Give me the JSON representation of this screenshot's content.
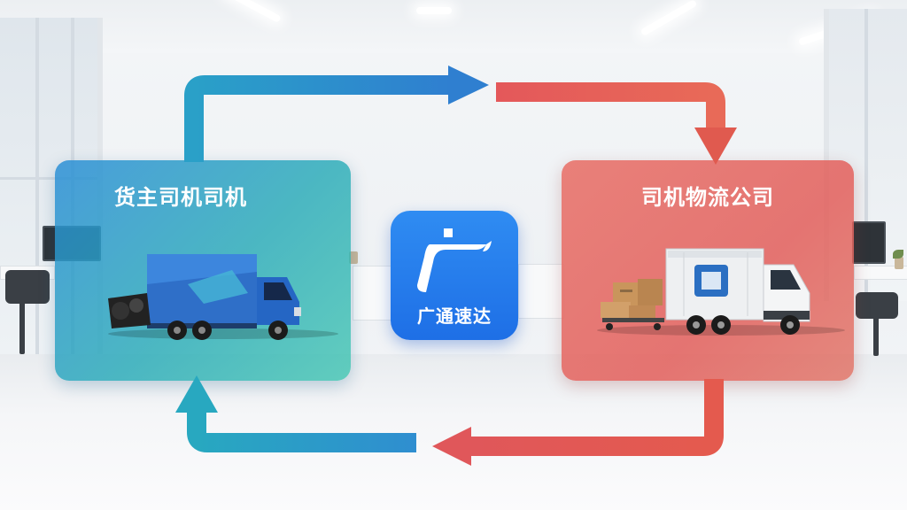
{
  "diagram": {
    "left_node": {
      "label": "货主司机司机",
      "icon": "blue-truck-icon",
      "color": "#2b8ed6"
    },
    "right_node": {
      "label": "司机物流公司",
      "icon": "delivery-truck-with-boxes-icon",
      "color": "#e2605a"
    },
    "center_logo": {
      "name": "广通速达",
      "icon": "guangtong-logo-icon",
      "color": "#1e6fe6"
    },
    "arrows": [
      {
        "from": "left_node",
        "to": "right_node",
        "color": "#2f84c8"
      },
      {
        "from": "right_node",
        "to": "left_node",
        "color": "#e05a4f"
      }
    ]
  }
}
